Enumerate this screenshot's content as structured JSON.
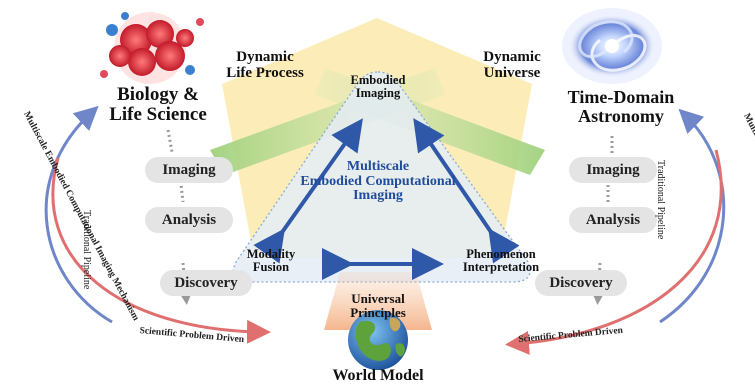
{
  "left_domain": {
    "line1": "Biology &",
    "line2": "Life Science"
  },
  "right_domain": {
    "line1": "Time-Domain",
    "line2": "Astronomy"
  },
  "top_left_label": {
    "line1": "Dynamic",
    "line2": "Life Process"
  },
  "top_right_label": {
    "line1": "Dynamic",
    "line2": "Universe"
  },
  "center": {
    "embodied_imaging": {
      "line1": "Embodied",
      "line2": "Imaging"
    },
    "title": {
      "line1": "Multiscale",
      "line2": "Embodied Computational",
      "line3": "Imaging"
    },
    "modality_fusion": {
      "line1": "Modality",
      "line2": "Fusion"
    },
    "phenomenon": {
      "line1": "Phenomenon",
      "line2": "Interpretation"
    }
  },
  "pipeline_left": {
    "imaging": "Imaging",
    "analysis": "Analysis",
    "discovery": "Discovery",
    "label": "Traditional Pipeline"
  },
  "pipeline_right": {
    "imaging": "Imaging",
    "analysis": "Analysis",
    "discovery": "Discovery",
    "label": "Traditional Pipeline"
  },
  "universal": {
    "line1": "Universal",
    "line2": "Principles"
  },
  "world_model": "World Model",
  "mechanism_left": "Multiscale Embodied Computational Imaging Mechanism",
  "mechanism_right": "Multiscale Embodied Computational Imaging Mechanism",
  "problem_left": "Scientific Problem Driven",
  "problem_right": "Scientific Problem Driven",
  "colors": {
    "pentagon": "#fbe8a6",
    "green_band": "#b9dc9a",
    "triangle_fill": "#e4ecf6",
    "arrow_blue": "#2f58a8",
    "title_blue": "#1f4c9c",
    "red_arc": "#e07070",
    "blue_arc": "#6f86c8",
    "pill": "#e4e4e4"
  },
  "icons": [
    "cell-cluster-icon",
    "galaxy-icon",
    "globe-icon"
  ]
}
